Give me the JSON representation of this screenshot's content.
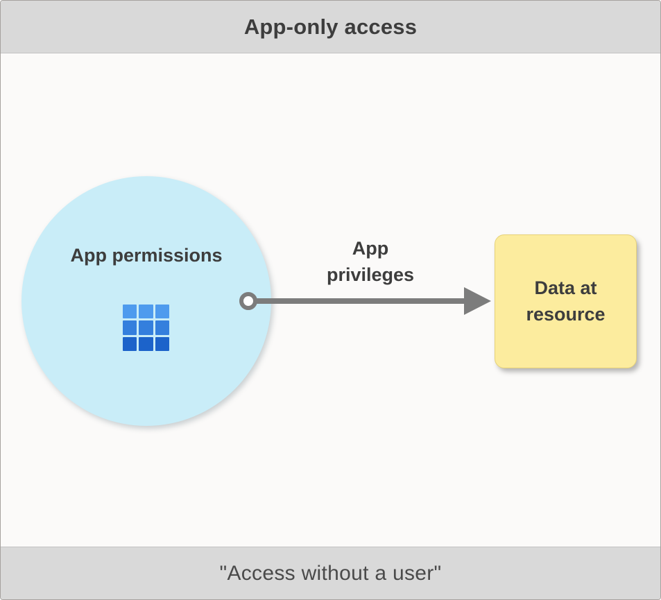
{
  "header": {
    "title": "App-only access"
  },
  "diagram": {
    "circle_label": "App permissions",
    "arrow_label": "App privileges",
    "box_label": "Data at resource",
    "icons": [
      "app-grid-icon",
      "arrow-head-icon",
      "arrow-origin-dot"
    ]
  },
  "footer": {
    "caption": "\"Access without a user\""
  },
  "colors": {
    "band_bg": "#d9d9d9",
    "main_bg": "#fbfaf9",
    "frame_border": "#a6a29e",
    "text_dark": "#3d3d3d",
    "text_mid": "#4a4a4a",
    "circle_fill": "#c9edf8",
    "box_fill": "#fcec9e",
    "box_border": "#e6d279",
    "arrow": "#7c7c7c",
    "grid_blue_top": "#4e9bee",
    "grid_blue_mid": "#347fdd",
    "grid_blue_bottom": "#1c63ca"
  }
}
